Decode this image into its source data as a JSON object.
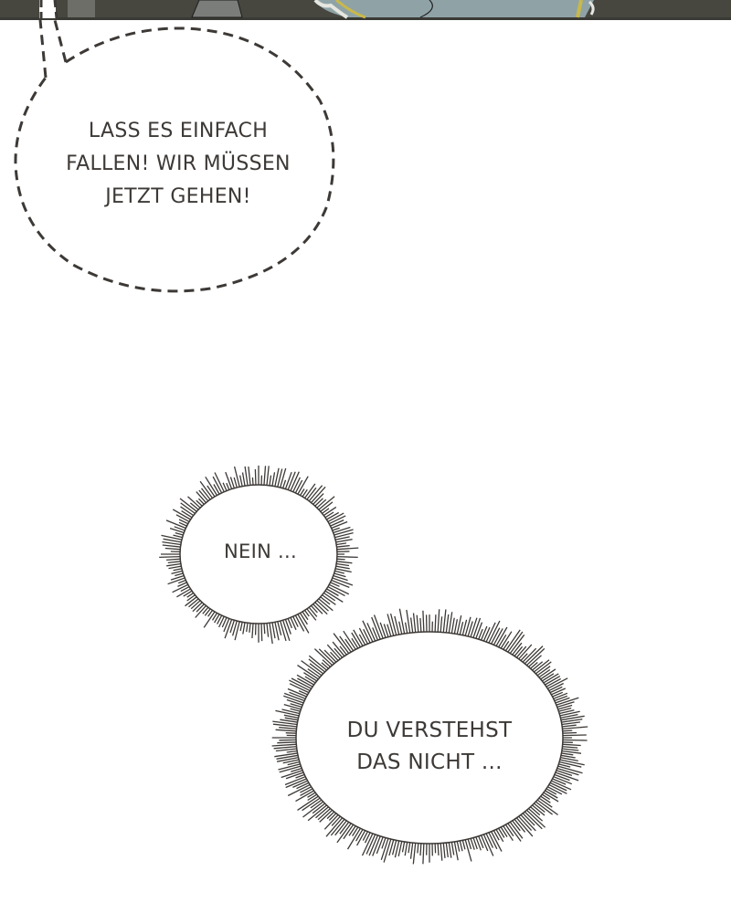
{
  "panel": {
    "description": "bottom edge of previous comic panel with character artwork",
    "colors": {
      "background": "#474740",
      "figure": "#8fa3a6",
      "trim": "#c9b84a",
      "frame": "#3a3a35"
    }
  },
  "bubbles": [
    {
      "type": "dashed-speech",
      "lines": [
        "LASS ES EINFACH",
        "FALLEN! WIR MÜSSEN",
        "JETZT GEHEN!"
      ]
    },
    {
      "type": "spiky-burst",
      "lines": [
        "NEIN ..."
      ]
    },
    {
      "type": "spiky-burst",
      "lines": [
        "DU VERSTEHST",
        "DAS NICHT ..."
      ]
    }
  ],
  "colors": {
    "ink": "#3d3936",
    "page": "#ffffff"
  }
}
